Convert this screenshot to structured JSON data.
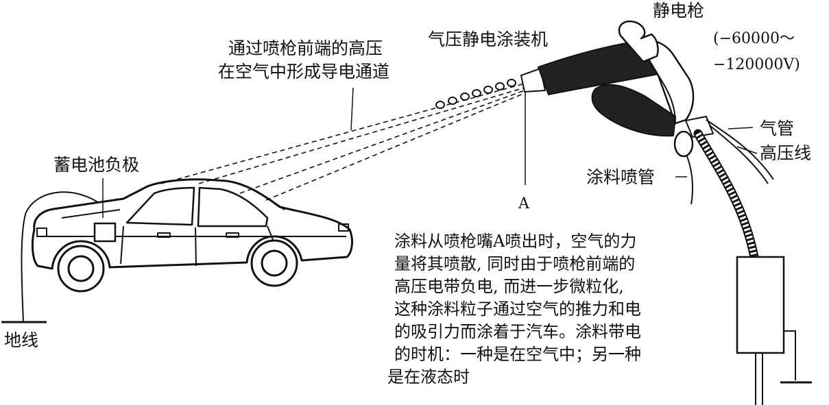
{
  "labels": {
    "machine_title": "气压静电涂装机",
    "gun_title": "静电枪",
    "voltage_line1": "(−60000～",
    "voltage_line2": "−120000V)",
    "channel_line1": "通过喷枪前端的高压",
    "channel_line2": "在空气中形成导电通道",
    "battery_negative": "蓄电池负极",
    "ground": "地线",
    "air_tube": "气管",
    "hv_wire": "高压线",
    "paint_tube": "涂料喷管",
    "nozzle_a": "A"
  },
  "description": [
    "涂料从喷枪嘴A喷出时，空气的力",
    "量将其喷散, 同时由于喷枪前端的",
    "高压电带负电, 而进一步微粒化,",
    "这种涂料粒子通过空气的推力和电",
    "的吸引力而涂着于汽车。涂料带电",
    "的时机：一种是在空气中；另一种",
    "是在液态时"
  ]
}
